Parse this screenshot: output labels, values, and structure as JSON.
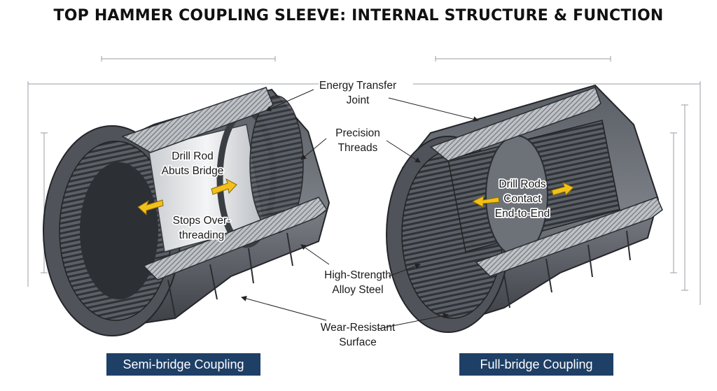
{
  "title": "TOP HAMMER COUPLING SLEEVE: INTERNAL STRUCTURE & FUNCTION",
  "callouts": {
    "energy_transfer": [
      "Energy Transfer",
      "Joint"
    ],
    "precision_threads": [
      "Precision",
      "Threads"
    ],
    "high_strength": [
      "High-Strength",
      "Alloy Steel"
    ],
    "wear_resistant": [
      "Wear-Resistant",
      "Surface"
    ]
  },
  "left_coupling": {
    "caption": "Semi-bridge Coupling",
    "labels": {
      "rod_abuts": [
        "Drill Rod",
        "Abuts Bridge"
      ],
      "stops": [
        "Stops Over-",
        "threading"
      ]
    }
  },
  "right_coupling": {
    "caption": "Full-bridge Coupling",
    "labels": {
      "rods_contact": [
        "Drill Rods",
        "Contact",
        "End-to-End"
      ]
    }
  },
  "colors": {
    "steel_dark": "#3a3d42",
    "steel_mid": "#6d7178",
    "steel_light": "#a9adb3",
    "arrow": "#f2c01a",
    "caption_bg": "#1e3f66"
  }
}
